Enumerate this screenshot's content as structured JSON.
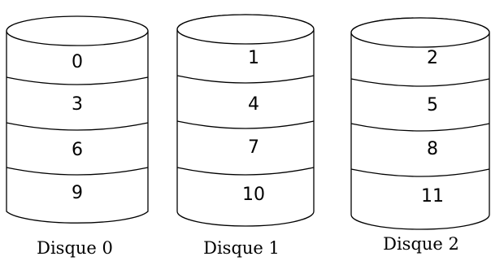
{
  "disks": [
    {
      "label": "Disque 0",
      "blocks": [
        "0",
        "3",
        "6",
        "9"
      ]
    },
    {
      "label": "Disque 1",
      "blocks": [
        "1",
        "4",
        "7",
        "10"
      ]
    },
    {
      "label": "Disque 2",
      "blocks": [
        "2",
        "5",
        "8",
        "11"
      ]
    }
  ]
}
